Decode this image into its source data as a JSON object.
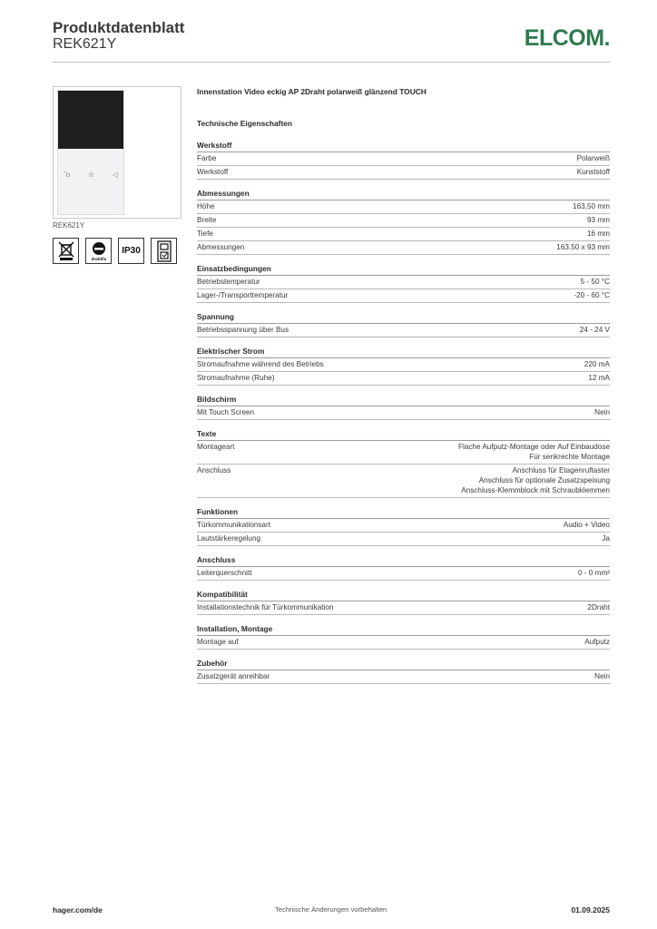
{
  "header": {
    "title": "Produktdatenblatt",
    "product_code": "REK621Y",
    "brand": "ELCOM.",
    "brand_color": "#2d7a4e"
  },
  "sidebar": {
    "image_caption": "REK621Y",
    "device_icons": [
      "key-icon",
      "bell-icon",
      "speaker-icon"
    ],
    "certifications": [
      {
        "icon": "weee-crossed-bin-icon"
      },
      {
        "icon": "drahtfix-logo-icon",
        "text": "drahtfix"
      },
      {
        "icon": "ip-rating-badge",
        "text": "IP30"
      },
      {
        "icon": "surface-mount-icon"
      }
    ]
  },
  "main": {
    "description": "Innenstation Video eckig AP 2Draht polarweiß glänzend TOUCH",
    "section_title": "Technische Eigenschaften",
    "groups": [
      {
        "title": "Werkstoff",
        "rows": [
          {
            "label": "Farbe",
            "value": "Polarweiß"
          },
          {
            "label": "Werkstoff",
            "value": "Kunststoff"
          }
        ]
      },
      {
        "title": "Abmessungen",
        "rows": [
          {
            "label": "Höhe",
            "value": "163,50 mm"
          },
          {
            "label": "Breite",
            "value": "93 mm"
          },
          {
            "label": "Tiefe",
            "value": "16 mm"
          },
          {
            "label": "Abmessungen",
            "value": "163.50 x 93 mm"
          }
        ]
      },
      {
        "title": "Einsatzbedingungen",
        "rows": [
          {
            "label": "Betriebstemperatur",
            "value": "5 - 50 °C"
          },
          {
            "label": "Lager-/Transporttemperatur",
            "value": "-20 - 60 °C"
          }
        ]
      },
      {
        "title": "Spannung",
        "rows": [
          {
            "label": "Betriebsspannung über Bus",
            "value": "24 - 24 V"
          }
        ]
      },
      {
        "title": "Elektrischer Strom",
        "rows": [
          {
            "label": "Stromaufnahme während des Betriebs",
            "value": "220 mA"
          },
          {
            "label": "Stromaufnahme (Ruhe)",
            "value": "12 mA"
          }
        ]
      },
      {
        "title": "Bildschirm",
        "rows": [
          {
            "label": "Mit Touch Screen",
            "value": "Nein"
          }
        ]
      },
      {
        "title": "Texte",
        "rows": [
          {
            "label": "Montageart",
            "value": "Flache Aufputz-Montage oder Auf Einbaudose\nFür senkrechte Montage"
          },
          {
            "label": "Anschluss",
            "value": "Anschluss für Etagenruftaster\nAnschluss für optionale Zusatzspeisung\nAnschluss-Klemmblock mit Schraubklemmen"
          }
        ]
      },
      {
        "title": "Funktionen",
        "rows": [
          {
            "label": "Türkommunikationsart",
            "value": "Audio + Video"
          },
          {
            "label": "Lautstärkeregelung",
            "value": "Ja"
          }
        ]
      },
      {
        "title": "Anschluss",
        "rows": [
          {
            "label": "Leiterquerschnitt",
            "value": "0 - 0 mm²"
          }
        ]
      },
      {
        "title": "Kompatibilität",
        "rows": [
          {
            "label": "Installationstechnik für Türkommunikation",
            "value": "2Draht"
          }
        ]
      },
      {
        "title": "Installation, Montage",
        "rows": [
          {
            "label": "Montage auf",
            "value": "Aufputz"
          }
        ]
      },
      {
        "title": "Zubehör",
        "rows": [
          {
            "label": "Zusatzgerät anreihbar",
            "value": "Nein"
          }
        ]
      }
    ]
  },
  "footer": {
    "left": "hager.com/de",
    "center": "Technische Änderungen vorbehalten",
    "right": "01.09.2025"
  }
}
